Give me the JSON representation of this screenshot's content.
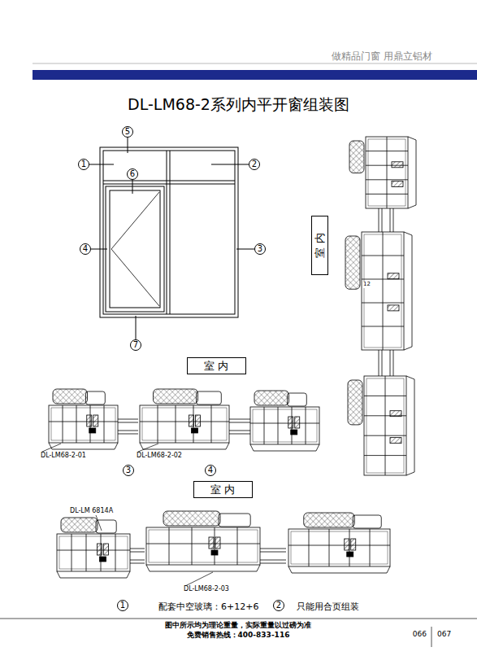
{
  "diagram": {
    "title": "DL-LM68-2系列内平开窗组装图",
    "nodes": [
      {
        "text": [
          "5"
        ]
      },
      {
        "text": [
          "1"
        ]
      },
      {
        "text": [
          "2"
        ]
      },
      {
        "text": [
          "6"
        ]
      },
      {
        "text": [
          "4"
        ]
      },
      {
        "text": [
          "3"
        ]
      },
      {
        "text": [
          "7"
        ]
      },
      {
        "text": [
          "室 内"
        ]
      },
      {
        "text": [
          "室 内"
        ]
      },
      {
        "text": [
          "3"
        ]
      },
      {
        "text": [
          "4"
        ]
      },
      {
        "text": [
          "室 内"
        ]
      },
      {
        "text": [
          "1"
        ]
      },
      {
        "text": [
          "2"
        ]
      }
    ],
    "labels": [
      "做精品门窗 用鼎立铝材",
      "12",
      "DL-LM68-2-01",
      "DL-LM68-2-02",
      "DL-LM 6814A",
      "DL-LM68-2-03",
      "配套中空玻璃：6+12+6",
      "只能用合页组装",
      "图中所示均为理论重量，实际重量以过磅为准",
      "免费销售热线：400-833-116",
      "066",
      "067"
    ]
  }
}
